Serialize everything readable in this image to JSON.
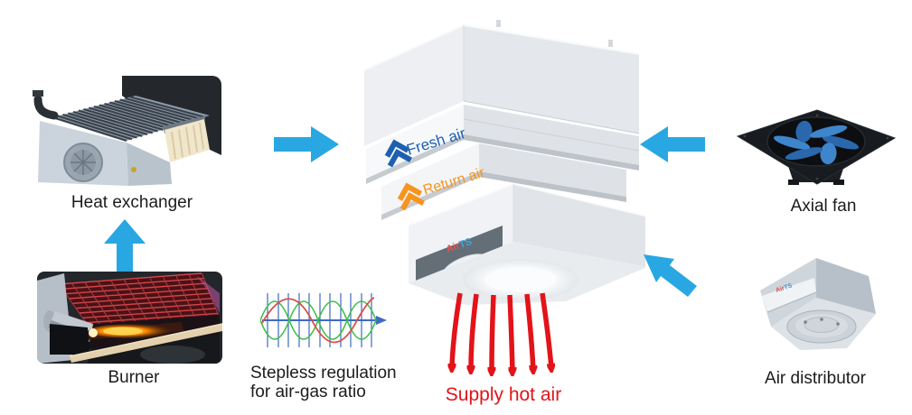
{
  "diagram": {
    "components": {
      "heat_exchanger": {
        "label": "Heat exchanger"
      },
      "burner": {
        "label": "Burner"
      },
      "regulation": {
        "line1": "Stepless regulation",
        "line2": "for air-gas ratio"
      },
      "axial_fan": {
        "label": "Axial fan"
      },
      "air_distributor": {
        "label": "Air distributor"
      },
      "unit": {
        "fresh_air_label": "Fresh air",
        "return_air_label": "Return air",
        "logo_air": "Air",
        "logo_ts": "TS"
      },
      "supply": {
        "label": "Supply hot air"
      }
    },
    "colors": {
      "flow_arrow_blue": "#29A7E2",
      "fresh_air_blue": "#1E5FB0",
      "return_air_orange": "#F7941D",
      "supply_red": "#E3131A",
      "label_text": "#1C1C1C",
      "wave_red": "#D94F4C",
      "wave_green": "#3FBE49",
      "wave_blue": "#3E6AC2"
    }
  }
}
